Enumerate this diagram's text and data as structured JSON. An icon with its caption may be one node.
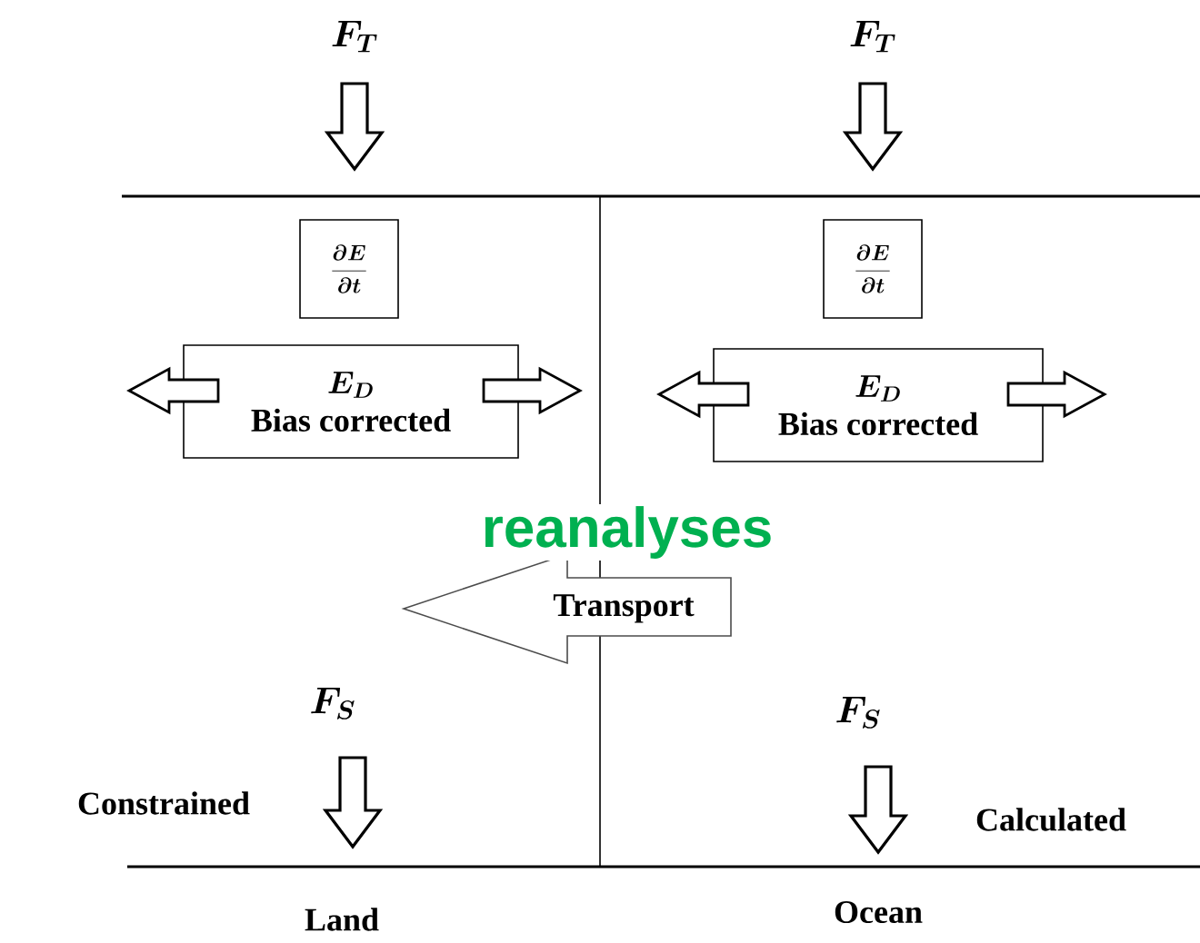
{
  "diagram": {
    "nodes": [
      {
        "text": [
          "\\frac{\\partial E}{\\partial t}"
        ]
      },
      {
        "text": [
          "\\frac{\\partial E}{\\partial t}"
        ]
      },
      {
        "text": [
          "E_D",
          "Bias corrected"
        ]
      },
      {
        "text": [
          "E_D",
          "Bias corrected"
        ]
      },
      {
        "text": [
          "Transport"
        ]
      }
    ],
    "edges": [
      {
        "from": 2,
        "to": null,
        "arrow": "to"
      },
      {
        "from": 2,
        "to": null,
        "arrow": "to"
      },
      {
        "from": 3,
        "to": null,
        "arrow": "to"
      },
      {
        "from": 3,
        "to": null,
        "arrow": "to"
      }
    ],
    "labels": [
      "F_T",
      "F_T",
      "reanalyses",
      "F_S",
      "F_S",
      "Constrained",
      "Calculated",
      "Land",
      "Ocean"
    ]
  }
}
